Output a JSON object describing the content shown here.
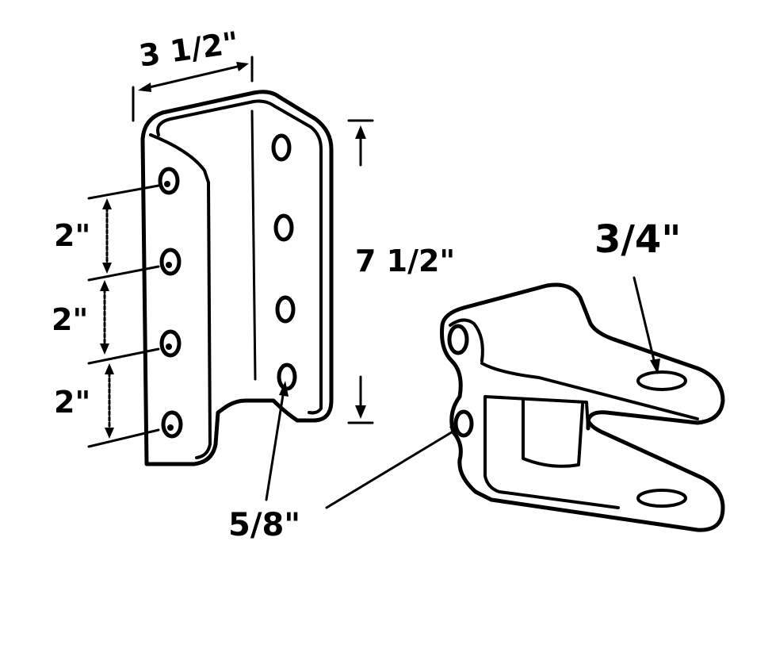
{
  "labels": {
    "bracket_width": "3 1/2\"",
    "bracket_height": "7 1/2\"",
    "spacing_1": "2\"",
    "spacing_2": "2\"",
    "spacing_3": "2\"",
    "pin_hole": "5/8\"",
    "bolt_hole": "3/4\""
  },
  "colors": {
    "line": "#000000",
    "background": "#ffffff"
  }
}
